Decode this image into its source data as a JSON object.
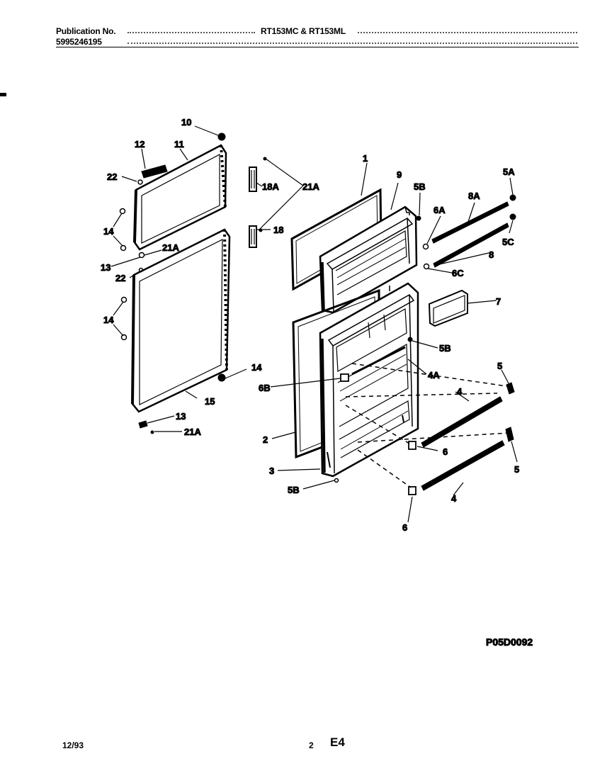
{
  "header": {
    "publication_label": "Publication No.",
    "publication_number": "5995246195",
    "models": "RT153MC & RT153ML"
  },
  "diagram": {
    "code": "P05D0092",
    "callouts": {
      "c10": "10",
      "c12": "12",
      "c11": "11",
      "c22a": "22",
      "c14a": "14",
      "c21Aa": "21A",
      "c13a": "13",
      "c22b": "22",
      "c14b": "14",
      "c14c": "14",
      "c15": "15",
      "c13b": "13",
      "c21Ab": "21A",
      "c18A": "18A",
      "c21Ac": "21A",
      "c18": "18",
      "c1": "1",
      "c9": "9",
      "c5Ba": "5B",
      "c5A": "5A",
      "c6A": "6A",
      "c8A": "8A",
      "c5C": "5C",
      "c8": "8",
      "c6C": "6C",
      "c7": "7",
      "c5Bb": "5B",
      "c4A": "4A",
      "c6B": "6B",
      "c5a": "5",
      "c4a": "4",
      "c2": "2",
      "c6a": "6",
      "c3": "3",
      "c5b": "5",
      "c5Bc": "5B",
      "c4b": "4",
      "c6b": "6"
    }
  },
  "footer": {
    "date": "12/93",
    "page": "2",
    "section": "E4"
  }
}
